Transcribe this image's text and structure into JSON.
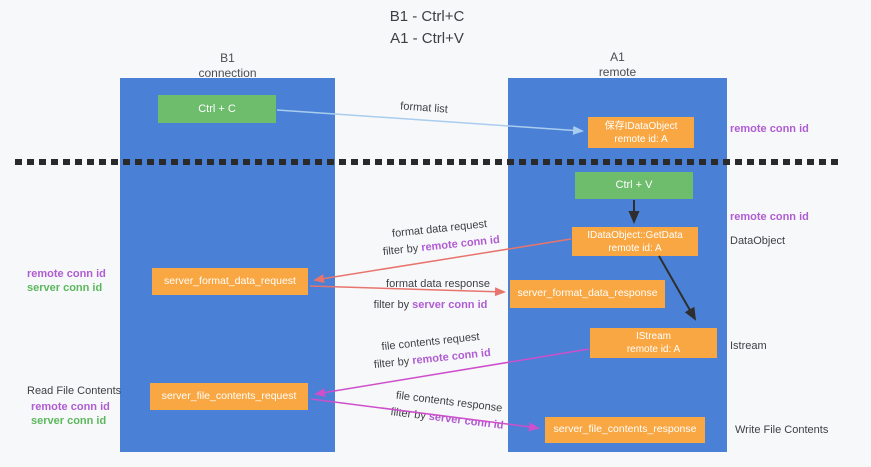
{
  "title": {
    "line1": "B1 - Ctrl+C",
    "line2": "A1 - Ctrl+V"
  },
  "lanes": {
    "left": {
      "name": "B1",
      "role": "connection"
    },
    "right": {
      "name": "A1",
      "role": "remote"
    }
  },
  "nodes": {
    "ctrl_c": {
      "label": "Ctrl + C"
    },
    "ctrl_v": {
      "label": "Ctrl + V"
    },
    "save_dataobject": {
      "line1": "保存IDataObject",
      "line2": "remote id: A"
    },
    "getdata": {
      "line1": "IDataObject::GetData",
      "line2": "remote id: A"
    },
    "istream": {
      "line1": "IStream",
      "line2": "remote id: A"
    },
    "server_format_data_request": {
      "label": "server_format_data_request"
    },
    "server_format_data_response": {
      "label": "server_format_data_response"
    },
    "server_file_contents_request": {
      "label": "server_file_contents_request"
    },
    "server_file_contents_response": {
      "label": "server_file_contents_response"
    }
  },
  "side_labels": {
    "remote_conn_id": "remote conn id",
    "server_conn_id": "server conn id",
    "dataobject": "DataObject",
    "istream": "Istream",
    "read_file_contents": "Read File Contents",
    "write_file_contents": "Write File Contents"
  },
  "edge_labels": {
    "format_list": "format list",
    "format_data_request": "format data request",
    "format_data_response": "format data response",
    "file_contents_request": "file contents request",
    "file_contents_response": "file contents response",
    "filter_by": "filter by ",
    "remote_conn_id": "remote conn id",
    "server_conn_id": "server conn id"
  },
  "colors": {
    "lane_blue": "#4a80d5",
    "box_green": "#6dbd6d",
    "box_orange": "#f9a742",
    "purple_text": "#b05cd3",
    "green_text": "#5cb85c",
    "arrow_red": "#e8756d",
    "arrow_magenta": "#ce4fcb",
    "arrow_light_blue": "#a9cdee",
    "arrow_black": "#2e2e2e"
  }
}
